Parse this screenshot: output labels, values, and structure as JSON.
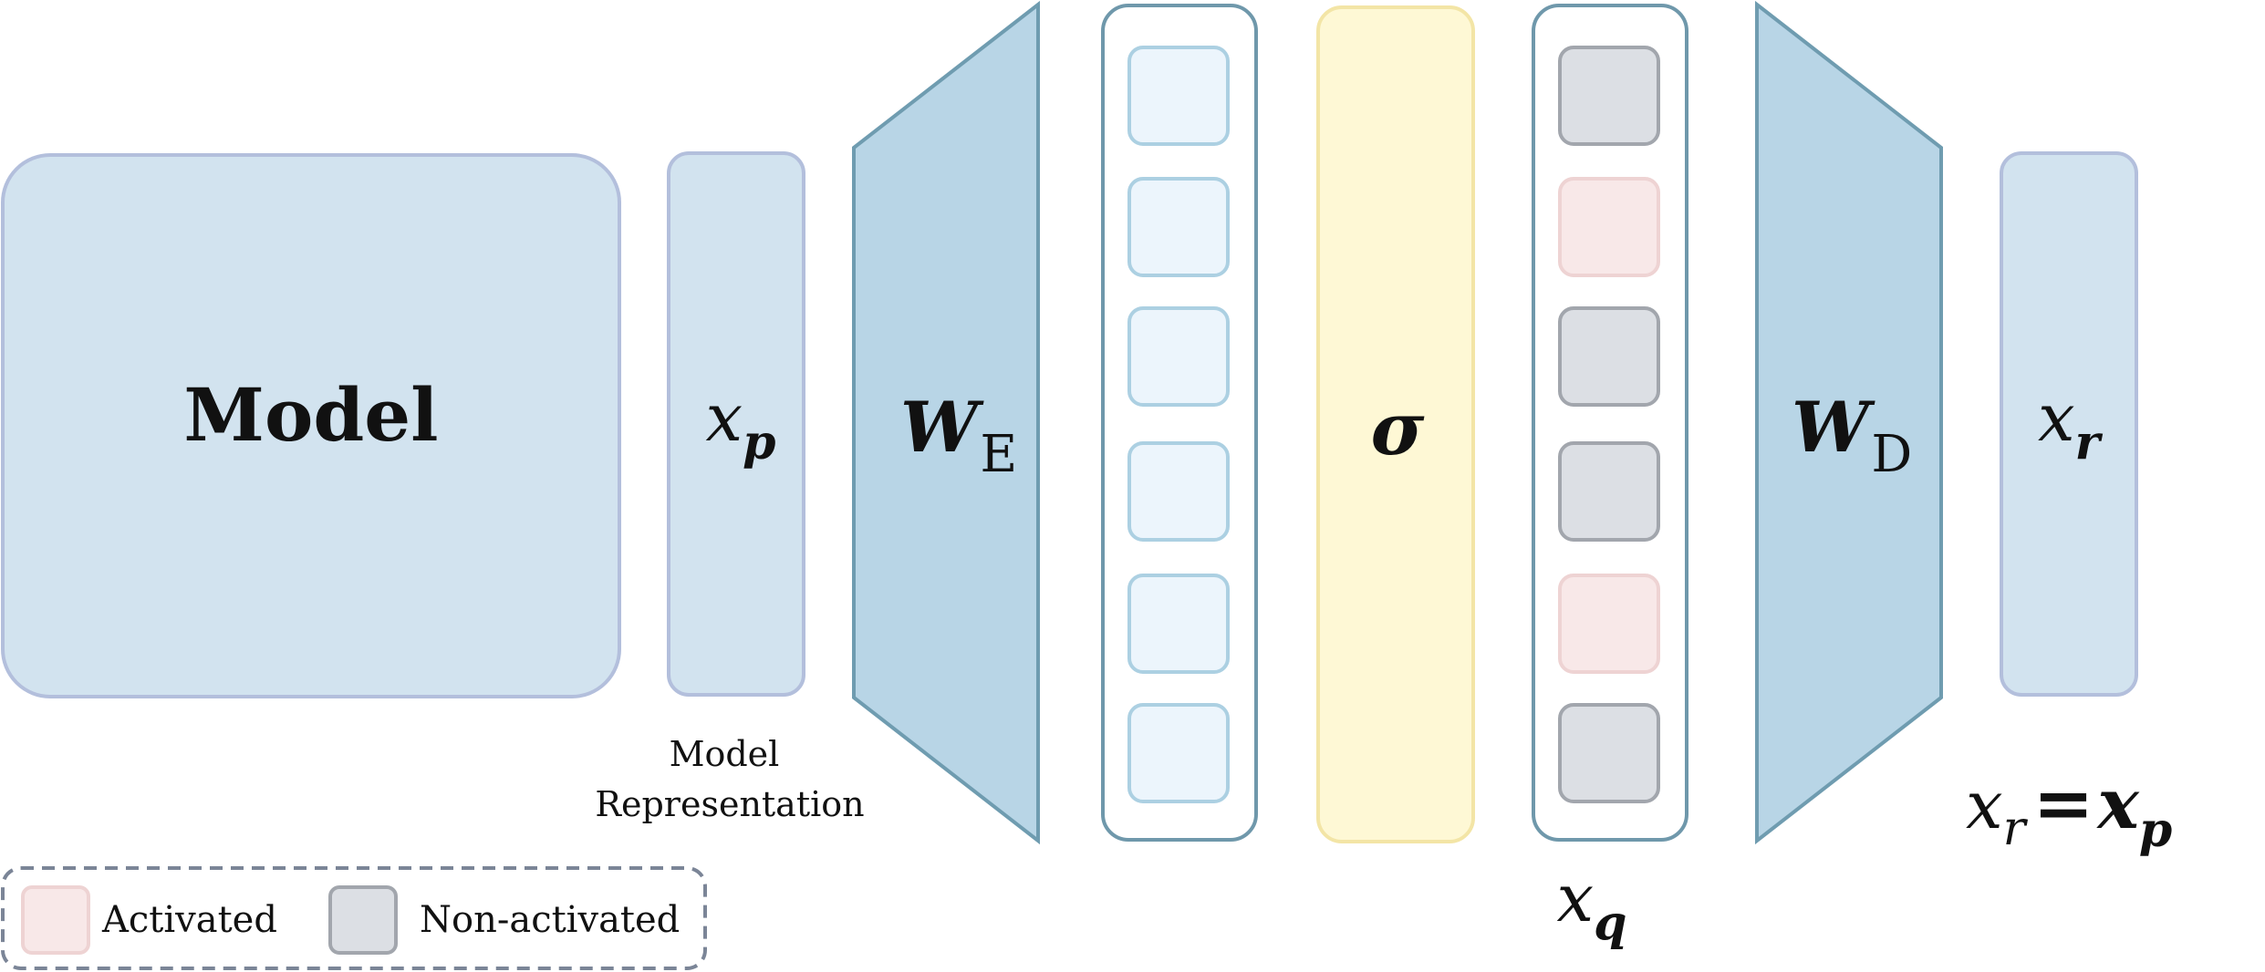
{
  "labels": {
    "model": "Model",
    "model_representation_line1": "Model",
    "model_representation_line2": "Representation",
    "xp_base": "x",
    "xp_sub": "p",
    "we_base": "W",
    "we_sub": "E",
    "sigma": "σ",
    "wd_base": "W",
    "wd_sub": "D",
    "xr_base": "x",
    "xr_sub": "r",
    "xq_base": "x",
    "xq_sub": "q",
    "eq_left_base": "x",
    "eq_left_sub": "r",
    "eq_sign": "=",
    "eq_right_base": "x",
    "eq_right_sub": "p"
  },
  "legend": {
    "activated": "Activated",
    "non_activated": "Non-activated"
  },
  "xq_cells": [
    "non-activated",
    "activated",
    "non-activated",
    "non-activated",
    "activated",
    "non-activated"
  ],
  "colors": {
    "model_fill": "#d2e3ef",
    "model_stroke": "#b3bfdc",
    "weight_fill": "#b8d5e6",
    "weight_stroke": "#6f9cb0",
    "column_stroke": "#6f98ab",
    "latent_cell_fill": "#ecf5fc",
    "latent_cell_stroke": "#acd0e2",
    "sigma_fill": "#fef8d5",
    "sigma_stroke": "#f3e5a6",
    "activated_fill": "#f8e8e8",
    "activated_stroke": "#eed3d3",
    "non_activated_fill": "#dcdfe4",
    "non_activated_stroke": "#a2a6ad",
    "legend_border": "#7b8597"
  }
}
